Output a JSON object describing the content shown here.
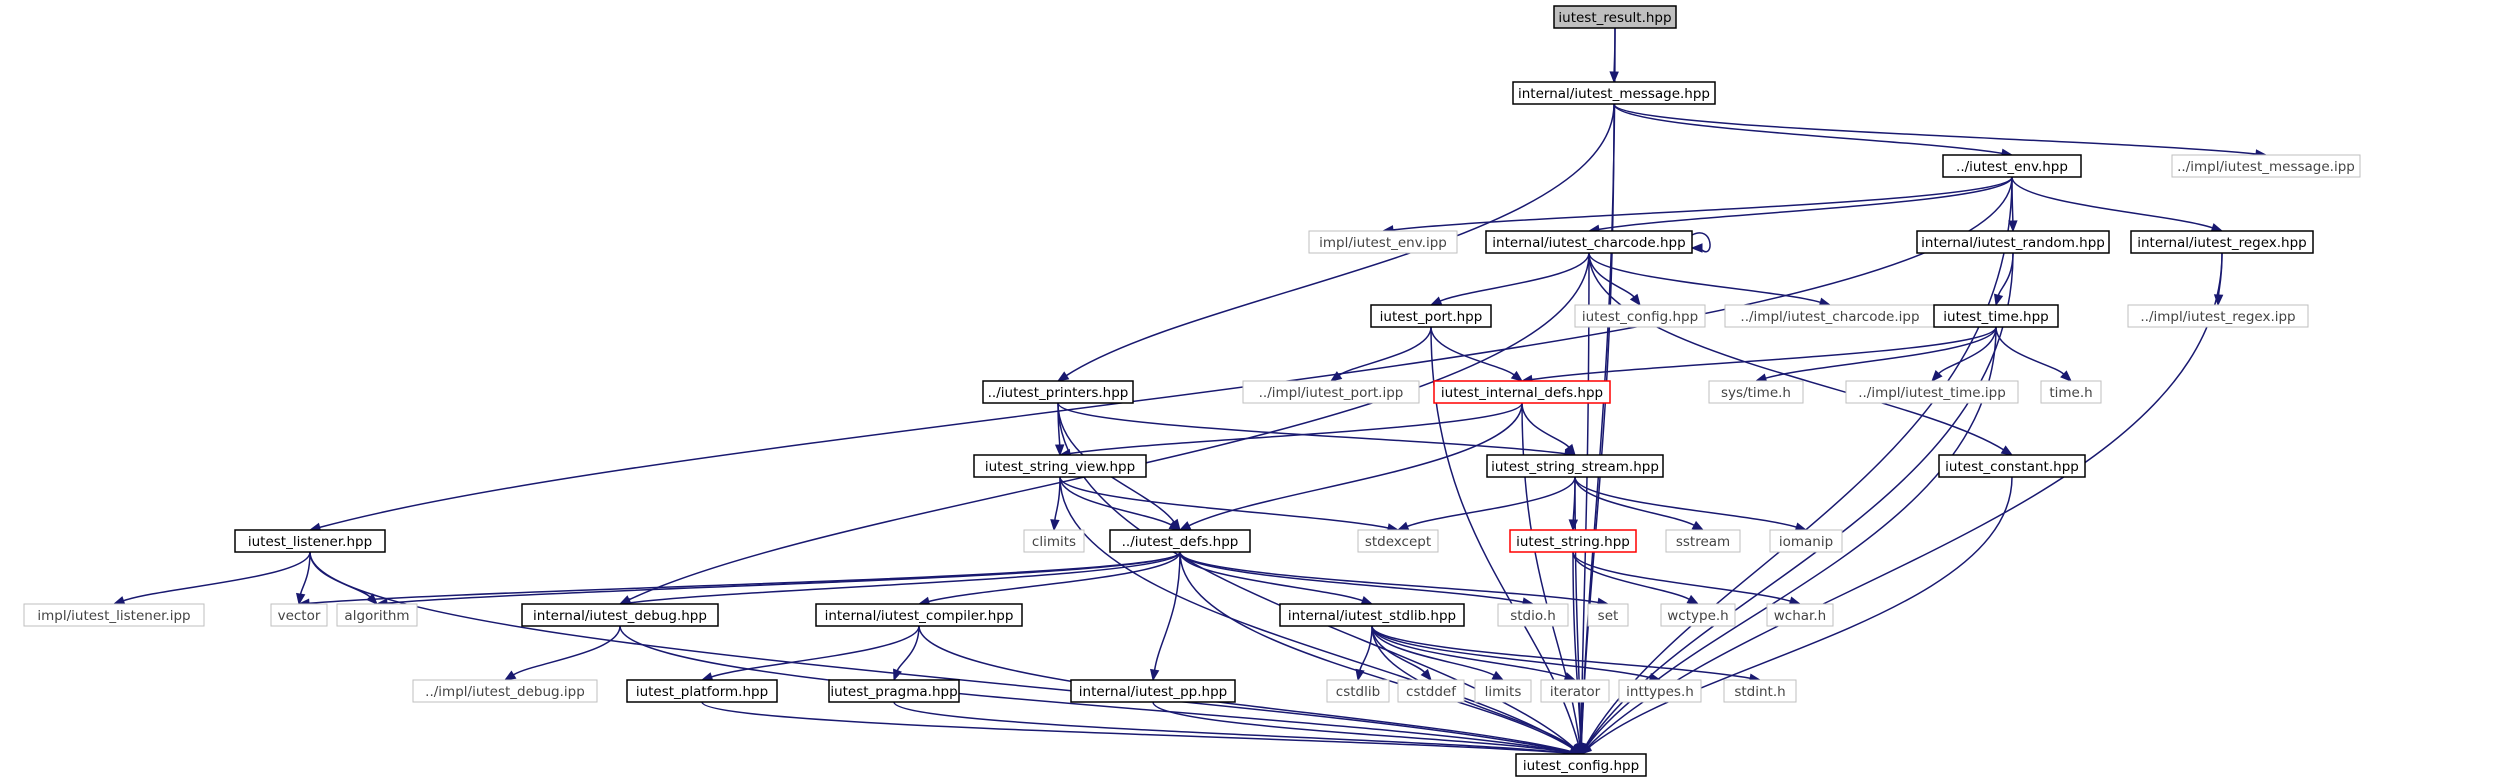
{
  "graph": {
    "colors": {
      "edge": "#191970",
      "node_border": "#000000",
      "external_border": "#bfbfbf",
      "highlight_border": "#ff0000",
      "root_fill": "#bfbfbf",
      "external_text": "#444444"
    },
    "nodes": {
      "iutest_result": {
        "label": "iutest_result.hpp",
        "kind": "root"
      },
      "internal_iutest_message": {
        "label": "internal/iutest_message.hpp",
        "kind": "file"
      },
      "impl_iutest_message_ipp": {
        "label": "../impl/iutest_message.ipp",
        "kind": "external"
      },
      "iutest_env": {
        "label": "../iutest_env.hpp",
        "kind": "file"
      },
      "impl_iutest_env_ipp": {
        "label": "impl/iutest_env.ipp",
        "kind": "external"
      },
      "internal_iutest_charcode": {
        "label": "internal/iutest_charcode.hpp",
        "kind": "file"
      },
      "internal_iutest_random": {
        "label": "internal/iutest_random.hpp",
        "kind": "file"
      },
      "internal_iutest_regex": {
        "label": "internal/iutest_regex.hpp",
        "kind": "file"
      },
      "iutest_config_hpp_ext": {
        "label": "iutest_config.hpp",
        "kind": "external"
      },
      "impl_iutest_charcode_ipp": {
        "label": "../impl/iutest_charcode.ipp",
        "kind": "external"
      },
      "iutest_port": {
        "label": "iutest_port.hpp",
        "kind": "file"
      },
      "iutest_time": {
        "label": "iutest_time.hpp",
        "kind": "file"
      },
      "impl_iutest_regex_ipp": {
        "label": "../impl/iutest_regex.ipp",
        "kind": "external"
      },
      "impl_iutest_port_ipp": {
        "label": "../impl/iutest_port.ipp",
        "kind": "external"
      },
      "iutest_internal_defs": {
        "label": "iutest_internal_defs.hpp",
        "kind": "highlight"
      },
      "iutest_printers": {
        "label": "../iutest_printers.hpp",
        "kind": "file"
      },
      "sys_time_h": {
        "label": "sys/time.h",
        "kind": "external"
      },
      "impl_iutest_time_ipp": {
        "label": "../impl/iutest_time.ipp",
        "kind": "external"
      },
      "time_h": {
        "label": "time.h",
        "kind": "external"
      },
      "iutest_string_view": {
        "label": "iutest_string_view.hpp",
        "kind": "file"
      },
      "iutest_string_stream": {
        "label": "iutest_string_stream.hpp",
        "kind": "file"
      },
      "iutest_constant": {
        "label": "iutest_constant.hpp",
        "kind": "file"
      },
      "iutest_listener": {
        "label": "iutest_listener.hpp",
        "kind": "file"
      },
      "climits": {
        "label": "climits",
        "kind": "external"
      },
      "iutest_defs": {
        "label": "../iutest_defs.hpp",
        "kind": "file"
      },
      "stdexcept": {
        "label": "stdexcept",
        "kind": "external"
      },
      "iutest_string": {
        "label": "iutest_string.hpp",
        "kind": "highlight"
      },
      "sstream": {
        "label": "sstream",
        "kind": "external"
      },
      "iomanip": {
        "label": "iomanip",
        "kind": "external"
      },
      "impl_iutest_listener_ipp": {
        "label": "impl/iutest_listener.ipp",
        "kind": "external"
      },
      "vector": {
        "label": "vector",
        "kind": "external"
      },
      "algorithm": {
        "label": "algorithm",
        "kind": "external"
      },
      "internal_iutest_debug": {
        "label": "internal/iutest_debug.hpp",
        "kind": "file"
      },
      "internal_iutest_compiler": {
        "label": "internal/iutest_compiler.hpp",
        "kind": "file"
      },
      "internal_iutest_stdlib": {
        "label": "internal/iutest_stdlib.hpp",
        "kind": "file"
      },
      "stdio_h": {
        "label": "stdio.h",
        "kind": "external"
      },
      "set": {
        "label": "set",
        "kind": "external"
      },
      "wctype_h": {
        "label": "wctype.h",
        "kind": "external"
      },
      "wchar_h": {
        "label": "wchar.h",
        "kind": "external"
      },
      "impl_iutest_debug_ipp": {
        "label": "../impl/iutest_debug.ipp",
        "kind": "external"
      },
      "iutest_platform": {
        "label": "iutest_platform.hpp",
        "kind": "file"
      },
      "iutest_pragma": {
        "label": "iutest_pragma.hpp",
        "kind": "file"
      },
      "internal_iutest_pp": {
        "label": "internal/iutest_pp.hpp",
        "kind": "file"
      },
      "cstdlib": {
        "label": "cstdlib",
        "kind": "external"
      },
      "cstddef": {
        "label": "cstddef",
        "kind": "external"
      },
      "limits": {
        "label": "limits",
        "kind": "external"
      },
      "iterator": {
        "label": "iterator",
        "kind": "external"
      },
      "inttypes_h": {
        "label": "inttypes.h",
        "kind": "external"
      },
      "stdint_h": {
        "label": "stdint.h",
        "kind": "external"
      },
      "iutest_config": {
        "label": "iutest_config.hpp",
        "kind": "file"
      }
    },
    "edges": [
      [
        "iutest_result",
        "internal_iutest_message"
      ],
      [
        "iutest_result",
        "iutest_config"
      ],
      [
        "internal_iutest_message",
        "iutest_env"
      ],
      [
        "internal_iutest_message",
        "impl_iutest_message_ipp"
      ],
      [
        "internal_iutest_message",
        "iutest_printers"
      ],
      [
        "internal_iutest_message",
        "iutest_config"
      ],
      [
        "iutest_env",
        "impl_iutest_env_ipp"
      ],
      [
        "iutest_env",
        "internal_iutest_charcode"
      ],
      [
        "iutest_env",
        "internal_iutest_random"
      ],
      [
        "iutest_env",
        "internal_iutest_regex"
      ],
      [
        "iutest_env",
        "iutest_listener"
      ],
      [
        "iutest_env",
        "iutest_config"
      ],
      [
        "internal_iutest_charcode",
        "internal_iutest_charcode"
      ],
      [
        "internal_iutest_charcode",
        "iutest_config_hpp_ext"
      ],
      [
        "internal_iutest_charcode",
        "impl_iutest_charcode_ipp"
      ],
      [
        "internal_iutest_charcode",
        "iutest_port"
      ],
      [
        "internal_iutest_charcode",
        "iutest_constant"
      ],
      [
        "internal_iutest_charcode",
        "internal_iutest_debug"
      ],
      [
        "internal_iutest_charcode",
        "iutest_config"
      ],
      [
        "internal_iutest_random",
        "iutest_time"
      ],
      [
        "internal_iutest_random",
        "iutest_config"
      ],
      [
        "internal_iutest_regex",
        "impl_iutest_regex_ipp"
      ],
      [
        "internal_iutest_regex",
        "iutest_config"
      ],
      [
        "iutest_port",
        "impl_iutest_port_ipp"
      ],
      [
        "iutest_port",
        "iutest_internal_defs"
      ],
      [
        "iutest_port",
        "iutest_config"
      ],
      [
        "iutest_time",
        "iutest_internal_defs"
      ],
      [
        "iutest_time",
        "sys_time_h"
      ],
      [
        "iutest_time",
        "impl_iutest_time_ipp"
      ],
      [
        "iutest_time",
        "time_h"
      ],
      [
        "iutest_time",
        "iutest_config"
      ],
      [
        "iutest_internal_defs",
        "iutest_string_view"
      ],
      [
        "iutest_internal_defs",
        "iutest_string_stream"
      ],
      [
        "iutest_internal_defs",
        "iutest_defs"
      ],
      [
        "iutest_internal_defs",
        "iutest_config"
      ],
      [
        "iutest_printers",
        "iutest_string_view"
      ],
      [
        "iutest_printers",
        "iutest_defs"
      ],
      [
        "iutest_printers",
        "iutest_string_stream"
      ],
      [
        "iutest_printers",
        "iutest_config"
      ],
      [
        "iutest_string_view",
        "climits"
      ],
      [
        "iutest_string_view",
        "iutest_defs"
      ],
      [
        "iutest_string_view",
        "stdexcept"
      ],
      [
        "iutest_string_view",
        "iutest_config"
      ],
      [
        "iutest_string_stream",
        "stdexcept"
      ],
      [
        "iutest_string_stream",
        "iutest_string"
      ],
      [
        "iutest_string_stream",
        "sstream"
      ],
      [
        "iutest_string_stream",
        "iomanip"
      ],
      [
        "iutest_string_stream",
        "iutest_config"
      ],
      [
        "iutest_constant",
        "iutest_config"
      ],
      [
        "iutest_listener",
        "impl_iutest_listener_ipp"
      ],
      [
        "iutest_listener",
        "vector"
      ],
      [
        "iutest_listener",
        "algorithm"
      ],
      [
        "iutest_listener",
        "iutest_config"
      ],
      [
        "iutest_defs",
        "vector"
      ],
      [
        "iutest_defs",
        "algorithm"
      ],
      [
        "iutest_defs",
        "internal_iutest_debug"
      ],
      [
        "iutest_defs",
        "internal_iutest_compiler"
      ],
      [
        "iutest_defs",
        "internal_iutest_pp"
      ],
      [
        "iutest_defs",
        "internal_iutest_stdlib"
      ],
      [
        "iutest_defs",
        "stdio_h"
      ],
      [
        "iutest_defs",
        "set"
      ],
      [
        "iutest_defs",
        "iutest_config"
      ],
      [
        "iutest_string",
        "wctype_h"
      ],
      [
        "iutest_string",
        "wchar_h"
      ],
      [
        "iutest_string",
        "iutest_config"
      ],
      [
        "internal_iutest_debug",
        "impl_iutest_debug_ipp"
      ],
      [
        "internal_iutest_debug",
        "iutest_config"
      ],
      [
        "internal_iutest_compiler",
        "iutest_platform"
      ],
      [
        "internal_iutest_compiler",
        "iutest_pragma"
      ],
      [
        "internal_iutest_compiler",
        "iutest_config"
      ],
      [
        "internal_iutest_stdlib",
        "cstdlib"
      ],
      [
        "internal_iutest_stdlib",
        "cstddef"
      ],
      [
        "internal_iutest_stdlib",
        "limits"
      ],
      [
        "internal_iutest_stdlib",
        "iterator"
      ],
      [
        "internal_iutest_stdlib",
        "inttypes_h"
      ],
      [
        "internal_iutest_stdlib",
        "stdint_h"
      ],
      [
        "internal_iutest_stdlib",
        "iutest_config"
      ],
      [
        "iutest_platform",
        "iutest_config"
      ],
      [
        "iutest_pragma",
        "iutest_config"
      ],
      [
        "internal_iutest_pp",
        "iutest_config"
      ]
    ]
  }
}
